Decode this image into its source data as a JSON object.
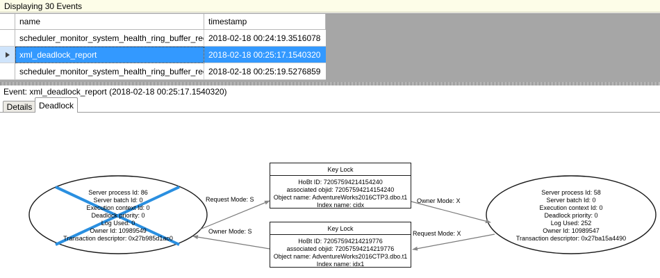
{
  "banner": {
    "text": "Displaying 30 Events"
  },
  "grid": {
    "columns": [
      "",
      "name",
      "timestamp"
    ],
    "rows": [
      {
        "selector": "",
        "name": "scheduler_monitor_system_health_ring_buffer_recorded",
        "timestamp": "2018-02-18 00:24:19.3516078",
        "selected": false
      },
      {
        "selector": "▶",
        "name": "xml_deadlock_report",
        "timestamp": "2018-02-18 00:25:17.1540320",
        "selected": true
      },
      {
        "selector": "",
        "name": "scheduler_monitor_system_health_ring_buffer_recorded",
        "timestamp": "2018-02-18 00:25:19.5276859",
        "selected": false
      }
    ]
  },
  "event_header": {
    "text": "Event: xml_deadlock_report (2018-02-18 00:25:17.1540320)"
  },
  "tabs": [
    {
      "label": "Details",
      "active": false
    },
    {
      "label": "Deadlock",
      "active": true
    }
  ],
  "deadlock_graph": {
    "victim_marker_color": "#2a8fe0",
    "processes": [
      {
        "id": "process-left",
        "victim": true,
        "lines": [
          "Server process Id: 86",
          "Server batch Id: 0",
          "Execution context Id: 0",
          "Deadlock priority: 0",
          "Log Used: 0",
          "Owner Id: 10989549",
          "Transaction descriptor: 0x27b985d1ac0"
        ]
      },
      {
        "id": "process-right",
        "victim": false,
        "lines": [
          "Server process Id: 58",
          "Server batch Id: 0",
          "Execution context Id: 0",
          "Deadlock priority: 0",
          "Log Used: 252",
          "Owner Id: 10989547",
          "Transaction descriptor: 0x27ba15a4490"
        ]
      }
    ],
    "resources": [
      {
        "id": "keylock-top",
        "title": "Key Lock",
        "lines": [
          "HoBt ID: 72057594214154240",
          "associated objid: 72057594214154240",
          "Object name: AdventureWorks2016CTP3.dbo.t1",
          "Index name: cidx"
        ]
      },
      {
        "id": "keylock-bottom",
        "title": "Key Lock",
        "lines": [
          "HoBt ID: 72057594214219776",
          "associated objid: 72057594214219776",
          "Object name: AdventureWorks2016CTP3.dbo.t1",
          "Index name: idx1"
        ]
      }
    ],
    "edges": [
      {
        "id": "edge-left-request",
        "label": "Request Mode: S"
      },
      {
        "id": "edge-left-owner",
        "label": "Owner Mode: S"
      },
      {
        "id": "edge-right-owner",
        "label": "Owner Mode: X"
      },
      {
        "id": "edge-right-request",
        "label": "Request Mode: X"
      }
    ]
  }
}
